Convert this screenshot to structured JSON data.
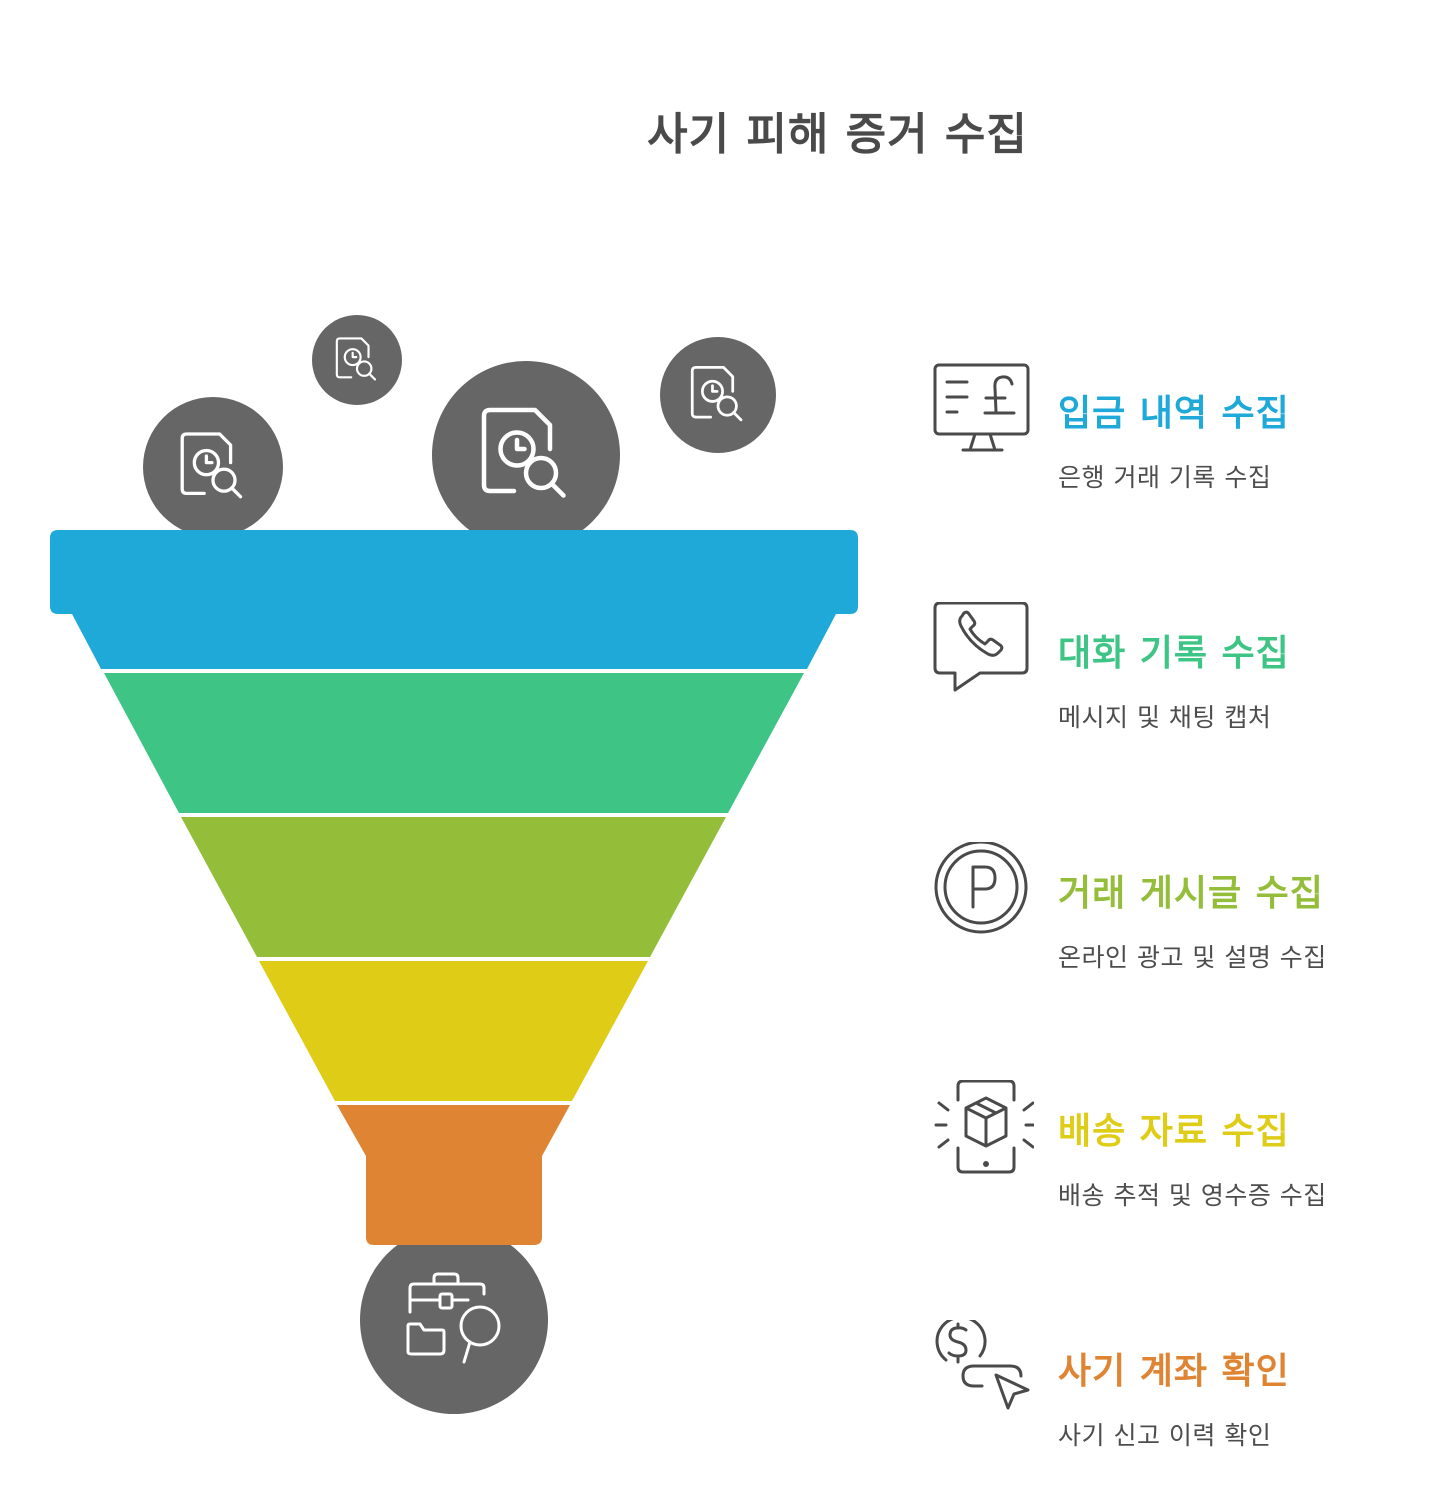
{
  "title": "사기 피해 증거 수집",
  "colors": {
    "band1": "#1FA9D8",
    "band2": "#3EC585",
    "band3": "#94BE3A",
    "band4": "#DFCC17",
    "band5": "#DF8432",
    "circle": "#666666",
    "icon_stroke": "#4a4a4a"
  },
  "funnel": {
    "top_icons": [
      "document-clock-search-icon",
      "document-clock-search-icon",
      "document-clock-search-icon",
      "document-clock-search-icon"
    ],
    "bottom_icon": "briefcase-folder-search-icon"
  },
  "steps": [
    {
      "icon": "monitor-pound-icon",
      "heading": "입금 내역 수집",
      "description": "은행 거래 기록 수집",
      "color": "#1FA9D8"
    },
    {
      "icon": "chat-phone-icon",
      "heading": "대화 기록 수집",
      "description": "메시지 및 채팅 캡처",
      "color": "#3EC585"
    },
    {
      "icon": "circle-p-icon",
      "heading": "거래 게시글 수집",
      "description": "온라인 광고 및 설명 수집",
      "color": "#94BE3A"
    },
    {
      "icon": "phone-package-icon",
      "heading": "배송 자료 수집",
      "description": "배송 추적 및 영수증 수집",
      "color": "#DFCC17"
    },
    {
      "icon": "dollar-click-icon",
      "heading": "사기 계좌 확인",
      "description": "사기 신고 이력 확인",
      "color": "#DF8432"
    }
  ]
}
